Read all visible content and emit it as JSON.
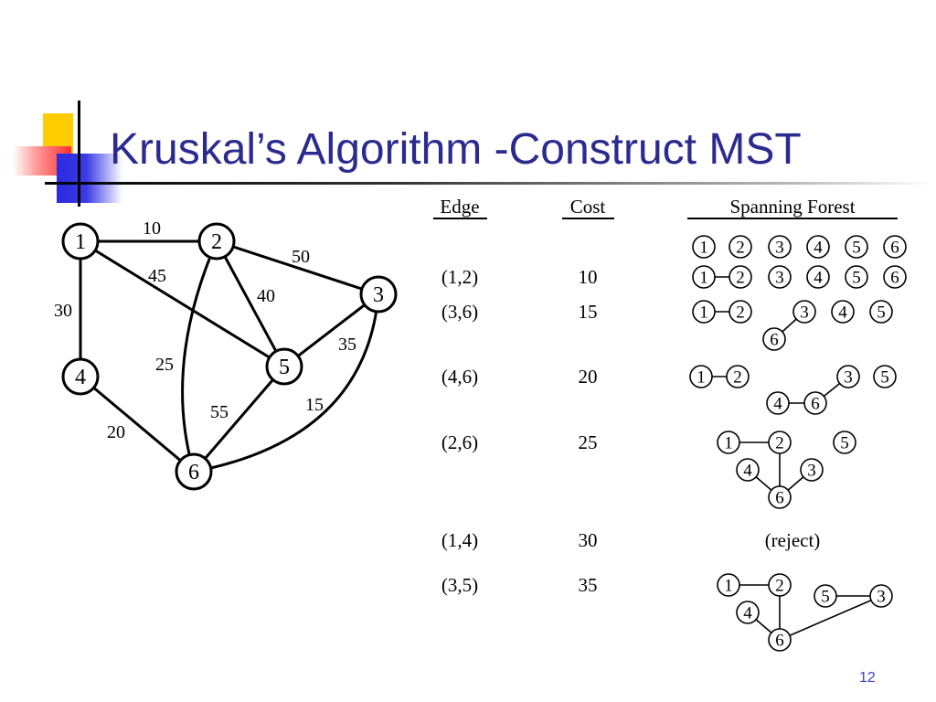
{
  "slide": {
    "title": "Kruskal’s Algorithm -Construct MST",
    "number": "12"
  },
  "graph": {
    "nodes": [
      "1",
      "2",
      "3",
      "4",
      "5",
      "6"
    ],
    "edges": [
      {
        "from": "1",
        "to": "2",
        "weight": "10"
      },
      {
        "from": "2",
        "to": "3",
        "weight": "50"
      },
      {
        "from": "1",
        "to": "5",
        "weight": "45"
      },
      {
        "from": "2",
        "to": "5",
        "weight": "40"
      },
      {
        "from": "1",
        "to": "4",
        "weight": "30"
      },
      {
        "from": "2",
        "to": "6",
        "weight": "25"
      },
      {
        "from": "3",
        "to": "5",
        "weight": "35"
      },
      {
        "from": "3",
        "to": "6",
        "weight": "15"
      },
      {
        "from": "5",
        "to": "6",
        "weight": "55"
      },
      {
        "from": "4",
        "to": "6",
        "weight": "20"
      }
    ]
  },
  "table": {
    "headers": {
      "edge": "Edge",
      "cost": "Cost",
      "forest": "Spanning Forest"
    },
    "rows": [
      {
        "edge": "",
        "cost": "",
        "result": ""
      },
      {
        "edge": "(1,2)",
        "cost": "10",
        "result": ""
      },
      {
        "edge": "(3,6)",
        "cost": "15",
        "result": ""
      },
      {
        "edge": "(4,6)",
        "cost": "20",
        "result": ""
      },
      {
        "edge": "(2,6)",
        "cost": "25",
        "result": ""
      },
      {
        "edge": "(1,4)",
        "cost": "30",
        "result": "(reject)"
      },
      {
        "edge": "(3,5)",
        "cost": "35",
        "result": ""
      }
    ]
  }
}
